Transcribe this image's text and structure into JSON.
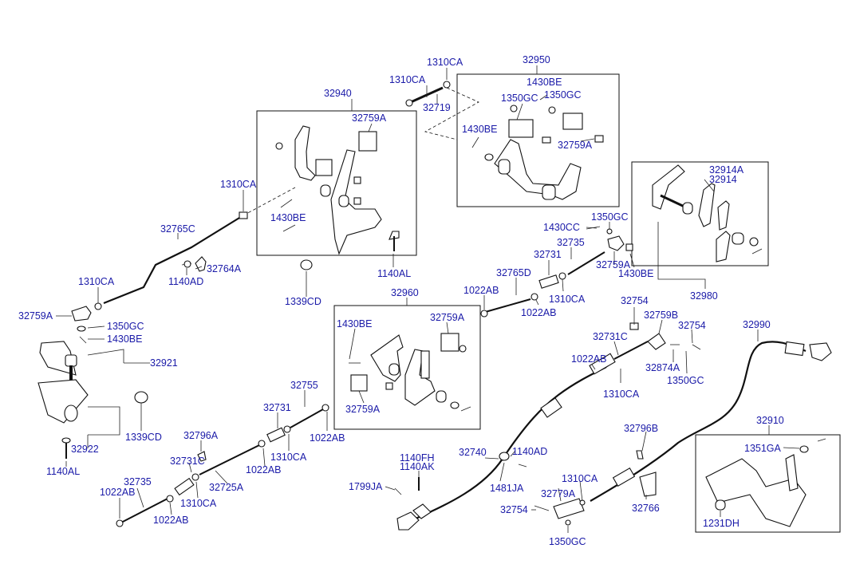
{
  "diagram": {
    "labels": {
      "l32950": "32950",
      "l1310CA_top": "1310CA",
      "l1310CA_a": "1310CA",
      "l32719": "32719",
      "l1430BE_a": "1430BE",
      "l1350GC_a": "1350GC",
      "l1350GC_b": "1350GC",
      "l1430BE_b": "1430BE",
      "l32759A_a": "32759A",
      "l32940": "32940",
      "l32759A_b": "32759A",
      "l1310CA_b": "1310CA",
      "l1430BE_c": "1430BE",
      "l1140AL_a": "1140AL",
      "l1339CD_a": "1339CD",
      "l32765C": "32765C",
      "l32764A": "32764A",
      "l1140AD_a": "1140AD",
      "l1310CA_c": "1310CA",
      "l32759A_c": "32759A",
      "l1350GC_c": "1350GC",
      "l1430BE_d": "1430BE",
      "l32921": "32921",
      "l32922": "32922",
      "l1339CD_b": "1339CD",
      "l1140AL_b": "1140AL",
      "l32914A": "32914A",
      "l32914": "32914",
      "l1430CC": "1430CC",
      "l1350GC_d": "1350GC",
      "l32735_a": "32735",
      "l32731_a": "32731",
      "l32759A_d": "32759A",
      "l1430BE_e": "1430BE",
      "l32765D": "32765D",
      "l1022AB_a": "1022AB",
      "l1022AB_b": "1022AB",
      "l1310CA_d": "1310CA",
      "l32980": "32980",
      "l32960": "32960",
      "l1430BE_f": "1430BE",
      "l32759A_e": "32759A",
      "l32759A_f": "32759A",
      "l32755": "32755",
      "l32731_b": "32731",
      "l1022AB_c": "1022AB",
      "l1310CA_e": "1310CA",
      "l1022AB_d": "1022AB",
      "l32796A": "32796A",
      "l32731C_a": "32731C",
      "l32725A": "32725A",
      "l32735_b": "32735",
      "l1022AB_e": "1022AB",
      "l1310CA_f": "1310CA",
      "l1022AB_f": "1022AB",
      "l32754_a": "32754",
      "l32759B": "32759B",
      "l32754_b": "32754",
      "l32731C_b": "32731C",
      "l1022AB_g": "1022AB",
      "l32874A": "32874A",
      "l1350GC_e": "1350GC",
      "l1310CA_g": "1310CA",
      "l32990": "32990",
      "l32740": "32740",
      "l1140FH": "1140FH",
      "l1140AK": "1140AK",
      "l1140AD_b": "1140AD",
      "l1799JA": "1799JA",
      "l1481JA": "1481JA",
      "l32796B": "32796B",
      "l1310CA_h": "1310CA",
      "l32779A": "32779A",
      "l32754_c": "32754",
      "l32766": "32766",
      "l1350GC_f": "1350GC",
      "l32910": "32910",
      "l1351GA": "1351GA",
      "l1231DH": "1231DH"
    },
    "colors": {
      "label": "#1a1aa8",
      "line": "#222222"
    }
  }
}
